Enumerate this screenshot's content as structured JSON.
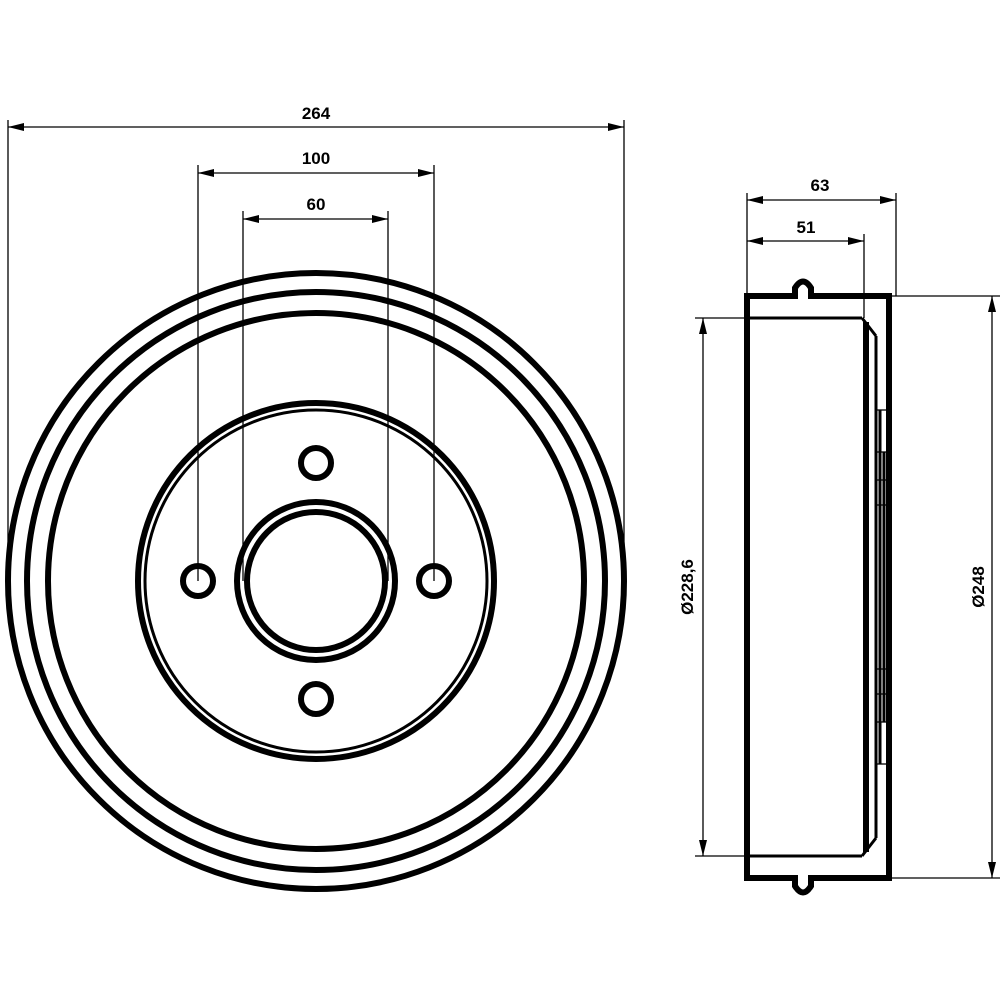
{
  "drawing": {
    "line_color": "#000000",
    "background": "#ffffff",
    "front_view": {
      "dimensions": {
        "outer_diameter": "264",
        "pitch_circle": "100",
        "center_bore": "60"
      },
      "bolt_holes": 4
    },
    "side_view": {
      "dimensions": {
        "total_height": "63",
        "inner_height": "51",
        "inner_diameter": "Ø228,6",
        "outer_diameter": "Ø248"
      }
    }
  }
}
